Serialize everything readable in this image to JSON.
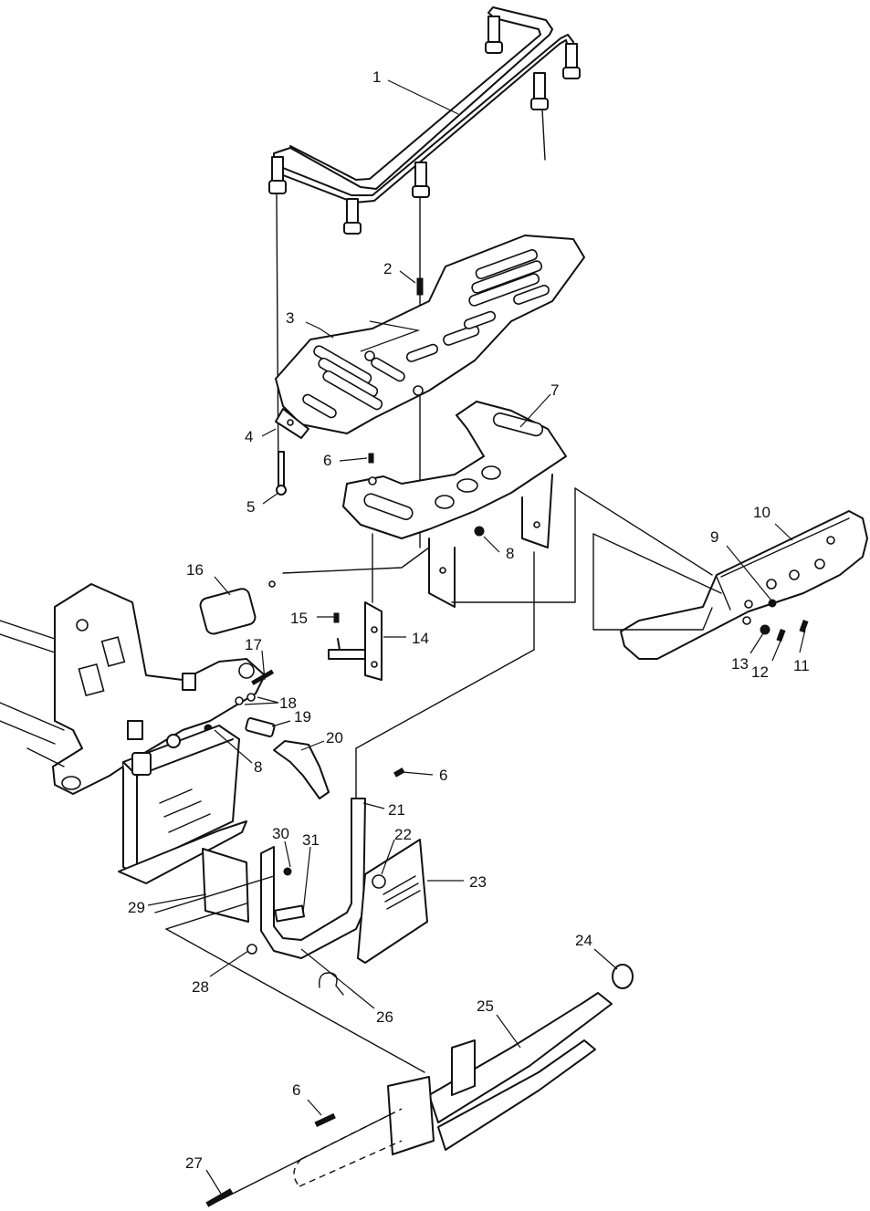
{
  "diagram": {
    "callouts": [
      {
        "id": "c1",
        "text": "1"
      },
      {
        "id": "c2",
        "text": "2"
      },
      {
        "id": "c3",
        "text": "3"
      },
      {
        "id": "c4",
        "text": "4"
      },
      {
        "id": "c5",
        "text": "5"
      },
      {
        "id": "c6a",
        "text": "6"
      },
      {
        "id": "c6b",
        "text": "6"
      },
      {
        "id": "c6c",
        "text": "6"
      },
      {
        "id": "c7",
        "text": "7"
      },
      {
        "id": "c8a",
        "text": "8"
      },
      {
        "id": "c8b",
        "text": "8"
      },
      {
        "id": "c9",
        "text": "9"
      },
      {
        "id": "c10",
        "text": "10"
      },
      {
        "id": "c11",
        "text": "11"
      },
      {
        "id": "c12",
        "text": "12"
      },
      {
        "id": "c13",
        "text": "13"
      },
      {
        "id": "c14",
        "text": "14"
      },
      {
        "id": "c15",
        "text": "15"
      },
      {
        "id": "c16",
        "text": "16"
      },
      {
        "id": "c17",
        "text": "17"
      },
      {
        "id": "c18",
        "text": "18"
      },
      {
        "id": "c19",
        "text": "19"
      },
      {
        "id": "c20",
        "text": "20"
      },
      {
        "id": "c21",
        "text": "21"
      },
      {
        "id": "c22",
        "text": "22"
      },
      {
        "id": "c23",
        "text": "23"
      },
      {
        "id": "c24",
        "text": "24"
      },
      {
        "id": "c25",
        "text": "25"
      },
      {
        "id": "c26",
        "text": "26"
      },
      {
        "id": "c27",
        "text": "27"
      },
      {
        "id": "c28",
        "text": "28"
      },
      {
        "id": "c29",
        "text": "29"
      },
      {
        "id": "c30",
        "text": "30"
      },
      {
        "id": "c31",
        "text": "31"
      }
    ]
  }
}
